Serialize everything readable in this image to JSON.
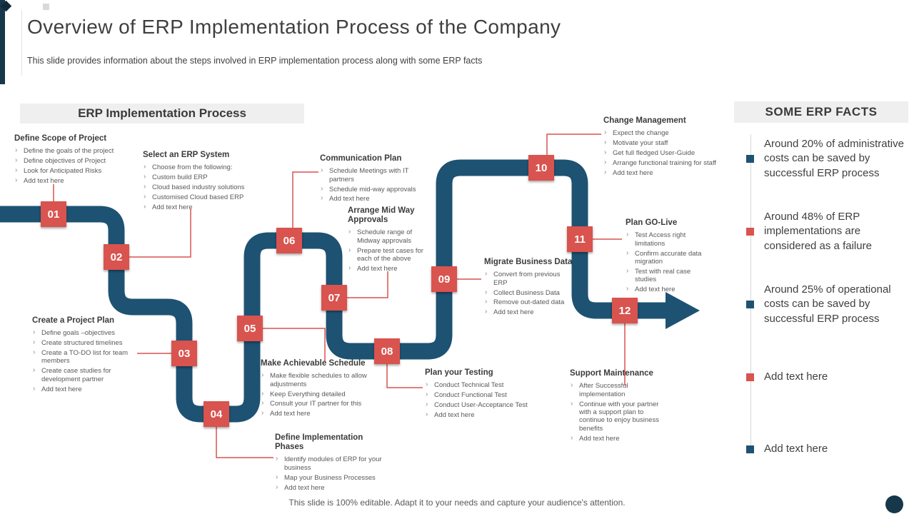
{
  "slide": {
    "title": "Overview of ERP Implementation Process of the Company",
    "subtitle": "This slide provides information about the steps involved in ERP implementation process along with some ERP facts",
    "footer": "This slide is 100% editable. Adapt it to your needs and capture your audience's attention."
  },
  "process": {
    "header": "ERP Implementation Process",
    "steps": [
      {
        "num": "01",
        "title": "Define Scope of Project",
        "items": [
          "Define the goals of the project",
          "Define objectives of Project",
          "Look for Anticipated Risks",
          "Add text here"
        ]
      },
      {
        "num": "02",
        "title": "Select an ERP System",
        "items": [
          "Choose from the following:",
          "Custom build ERP",
          "Cloud based industry solutions",
          "Customised Cloud based ERP",
          "Add text here"
        ]
      },
      {
        "num": "03",
        "title": "Create a Project Plan",
        "items": [
          "Define goals –objectives",
          "Create structured timelines",
          "Create a TO-DO list for team members",
          "Create case studies for development partner",
          "Add text here"
        ]
      },
      {
        "num": "04",
        "title": "Define Implementation Phases",
        "items": [
          "Identify modules of ERP for your business",
          "Map your Business Processes",
          "Add text here"
        ]
      },
      {
        "num": "05",
        "title": "Make Achievable Schedule",
        "items": [
          "Make flexible schedules to allow adjustments",
          "Keep Everything detailed",
          "Consult your IT partner for this",
          "Add text here"
        ]
      },
      {
        "num": "06",
        "title": "Communication Plan",
        "items": [
          "Schedule Meetings with IT partners",
          "Schedule mid-way approvals",
          "Add text here"
        ]
      },
      {
        "num": "07",
        "title": "Arrange Mid Way Approvals",
        "items": [
          "Schedule range of Midway approvals",
          "Prepare test cases for each of the above",
          "Add text here"
        ]
      },
      {
        "num": "08",
        "title": "Plan your Testing",
        "items": [
          "Conduct Technical Test",
          "Conduct Functional Test",
          "Conduct User-Acceptance Test",
          "Add text here"
        ]
      },
      {
        "num": "09",
        "title": "Migrate Business Data",
        "items": [
          "Convert from previous ERP",
          "Collect Business Data",
          "Remove out-dated data",
          "Add text here"
        ]
      },
      {
        "num": "10",
        "title": "Change Management",
        "items": [
          "Expect the change",
          "Motivate your staff",
          "Get full fledged User-Guide",
          "Arrange functional training for staff",
          "Add text here"
        ]
      },
      {
        "num": "11",
        "title": "Plan GO-Live",
        "items": [
          "Test Access right limitations",
          "Confirm accurate data migration",
          "Test with real case studies",
          "Add text here"
        ]
      },
      {
        "num": "12",
        "title": "Support Maintenance",
        "items": [
          "After Successful implementation",
          "Continue with your partner with a support plan to continue to enjoy business benefits",
          "Add text here"
        ]
      }
    ]
  },
  "facts": {
    "header": "SOME ERP FACTS",
    "items": [
      {
        "text": "Around 20% of administrative costs can be saved by successful ERP process",
        "color": "blue"
      },
      {
        "text": "Around 48% of ERP implementations are considered as a failure",
        "color": "red"
      },
      {
        "text": "Around 25% of operational costs can be saved by successful ERP process",
        "color": "blue"
      },
      {
        "text": "Add text here",
        "color": "red"
      },
      {
        "text": "Add text here",
        "color": "blue"
      }
    ]
  },
  "colors": {
    "path_blue": "#1E5272",
    "accent_red": "#D9534F",
    "header_gray": "#EFEFEF",
    "dark_navy": "#17374A"
  }
}
